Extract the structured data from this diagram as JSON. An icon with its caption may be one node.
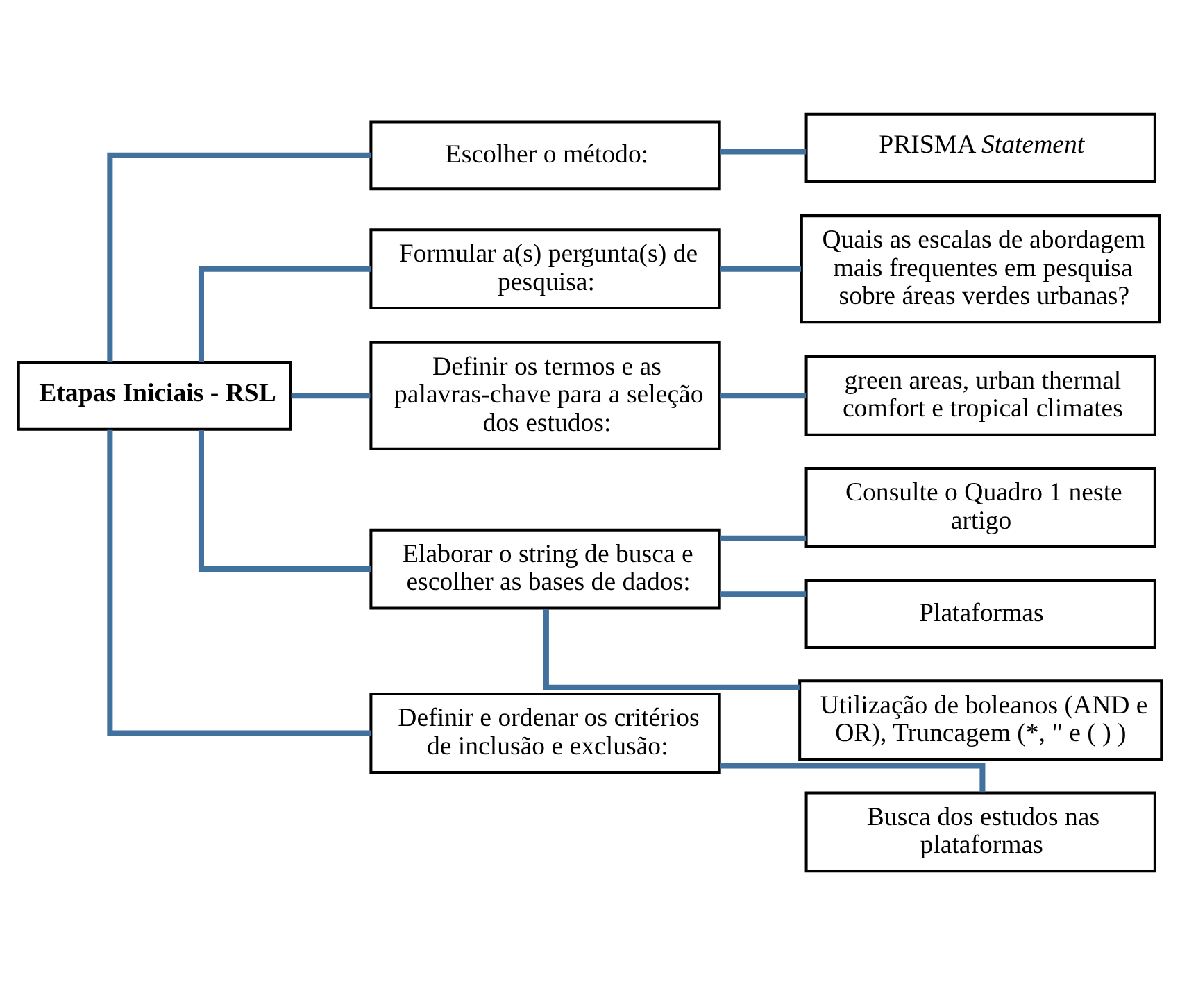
{
  "diagram": {
    "nodes": [
      {
        "text": [
          "Etapas Iniciais - RSL"
        ]
      },
      {
        "text": [
          "Escolher o método:"
        ]
      },
      {
        "text": [
          "PRISMA *Statement*"
        ]
      },
      {
        "text": [
          "Formular a(s) pergunta(s) de pesquisa:"
        ]
      },
      {
        "text": [
          "Quais as escalas de abordagem mais frequentes em pesquisa sobre áreas verdes urbanas?"
        ]
      },
      {
        "text": [
          "Definir os termos e as palavras-chave para a seleção dos estudos:"
        ]
      },
      {
        "text": [
          "green areas, urban thermal comfort e tropical climates"
        ]
      },
      {
        "text": [
          "Elaborar o string de busca e escolher as bases de dados:"
        ]
      },
      {
        "text": [
          "Consulte o Quadro 1 neste artigo"
        ]
      },
      {
        "text": [
          "Plataformas"
        ]
      },
      {
        "text": [
          "Utilização de boleanos (AND e OR), Truncagem (*, \" e ( ) )"
        ]
      },
      {
        "text": [
          "Definir e ordenar os critérios de inclusão e exclusão:"
        ]
      },
      {
        "text": [
          "Busca dos estudos nas plataformas"
        ]
      }
    ],
    "edges": [
      {
        "from": 0,
        "to": 1,
        "arrow": "none"
      },
      {
        "from": 0,
        "to": 3,
        "arrow": "none"
      },
      {
        "from": 0,
        "to": 5,
        "arrow": "none"
      },
      {
        "from": 0,
        "to": 7,
        "arrow": "none"
      },
      {
        "from": 0,
        "to": 11,
        "arrow": "none"
      },
      {
        "from": 1,
        "to": 2,
        "arrow": "none"
      },
      {
        "from": 3,
        "to": 4,
        "arrow": "none"
      },
      {
        "from": 5,
        "to": 6,
        "arrow": "none"
      },
      {
        "from": 7,
        "to": 8,
        "arrow": "none"
      },
      {
        "from": 7,
        "to": 9,
        "arrow": "none"
      },
      {
        "from": 7,
        "to": 10,
        "arrow": "none"
      },
      {
        "from": 11,
        "to": 12,
        "arrow": "none"
      }
    ]
  }
}
